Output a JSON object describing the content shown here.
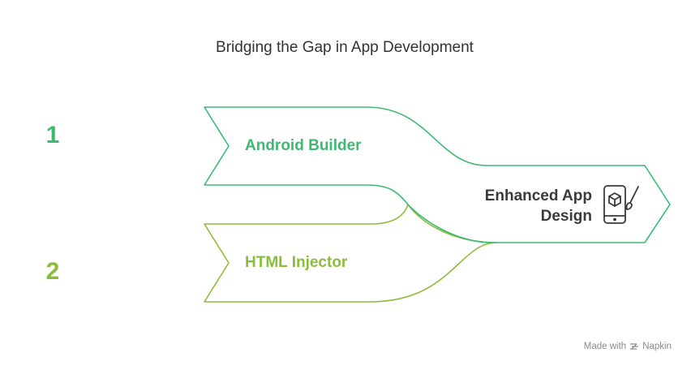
{
  "title": "Bridging the Gap in App Development",
  "items": [
    {
      "number": "1",
      "label": "Android Builder"
    },
    {
      "number": "2",
      "label": "HTML Injector"
    }
  ],
  "result": {
    "line1": "Enhanced App",
    "line2": "Design",
    "icon": "mobile-app-design-icon"
  },
  "footer": {
    "made_with": "Made with",
    "brand": "Napkin"
  },
  "colors": {
    "green": "#3dba72",
    "lime": "#8bbd3c",
    "text": "#333333"
  }
}
